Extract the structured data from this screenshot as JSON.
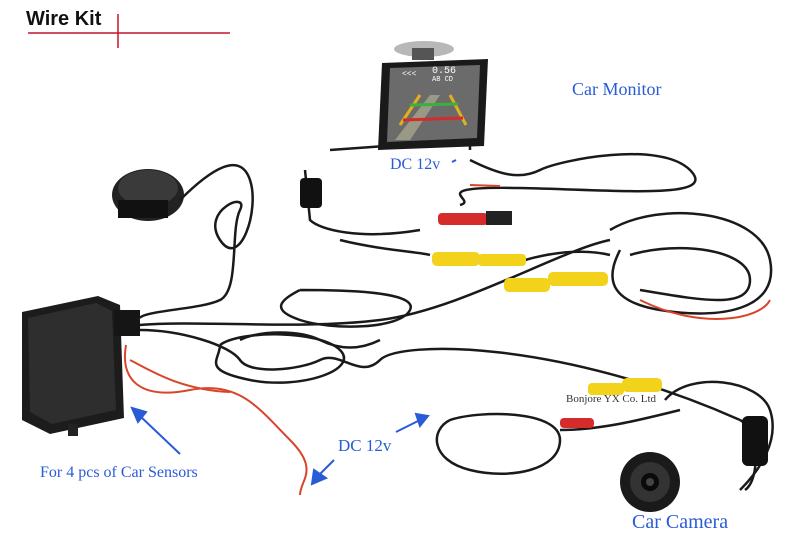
{
  "header": {
    "title": "Wire Kit"
  },
  "labels": {
    "car_monitor": "Car Monitor",
    "dc_monitor": "DC 12v",
    "dc_power": "DC 12v",
    "sensors": "For 4 pcs of Car Sensors",
    "camera": "Car Camera",
    "watermark": "Bonjore YX Co. Ltd"
  },
  "monitor_screen": {
    "back_arrows": "<<<",
    "distance": "0.56",
    "sensor_letters": "AB CD"
  },
  "colors": {
    "label_blue": "#2a5bd7",
    "title_underline": "#c8102e",
    "cable_black": "#1a1a1a",
    "rca_yellow": "#f2d21b",
    "rca_red": "#d62b2b",
    "power_red": "#d9452b"
  }
}
